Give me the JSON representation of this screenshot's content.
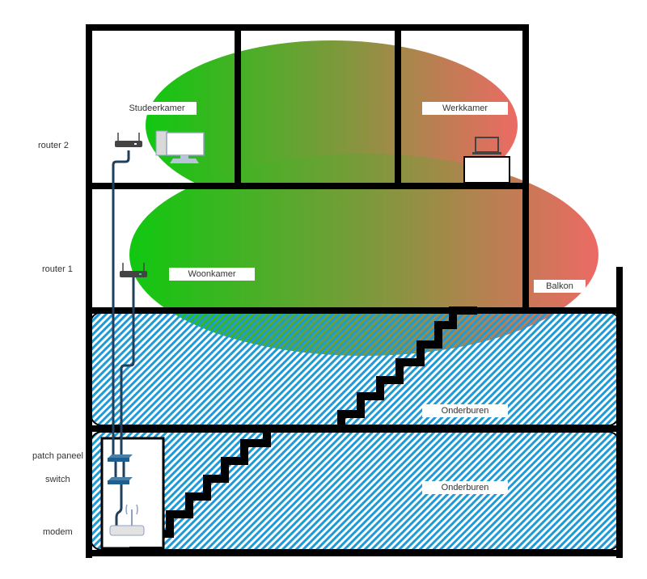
{
  "diagram": {
    "title": "",
    "side_labels": {
      "router2": "router 2",
      "router1": "router 1",
      "patch_panel": "patch paneel",
      "switch": "switch",
      "modem": "modem"
    },
    "rooms": {
      "studeerkamer": "Studeerkamer",
      "werkkamer": "Werkkamer",
      "woonkamer": "Woonkamer",
      "balkon": "Balkon",
      "onderburen_1": "Onderburen",
      "onderburen_2": "Onderburen"
    },
    "colors": {
      "wifi_strong": "#10c810",
      "wifi_mid": "#7a9a3a",
      "wifi_weak": "#ec6a64",
      "hatch": "#1e9ad6",
      "cable": "#1f3f5c",
      "wall": "#000000"
    },
    "icons": [
      "router-icon",
      "desktop-computer-icon",
      "laptop-icon",
      "patch-panel-icon",
      "switch-icon",
      "modem-icon"
    ]
  }
}
